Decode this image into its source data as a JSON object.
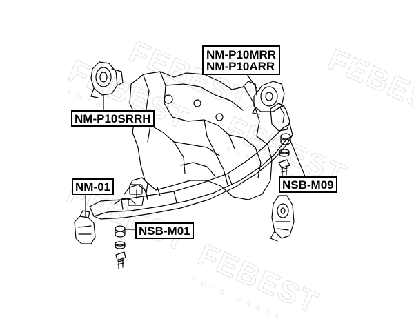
{
  "watermark": {
    "brand": "FEBEST",
    "sub": "AUTO PARTS"
  },
  "labels": {
    "upper_right_line1": "NM-P10MRR",
    "upper_right_line2": "NM-P10ARR",
    "upper_left": "NM-P10SRRH",
    "left": "NM-01",
    "center_bolt": "NSB-M01",
    "right_bolt": "NSB-M09"
  },
  "colors": {
    "line": "#000000",
    "label_border": "#000000",
    "watermark": "#e2e2e2"
  }
}
